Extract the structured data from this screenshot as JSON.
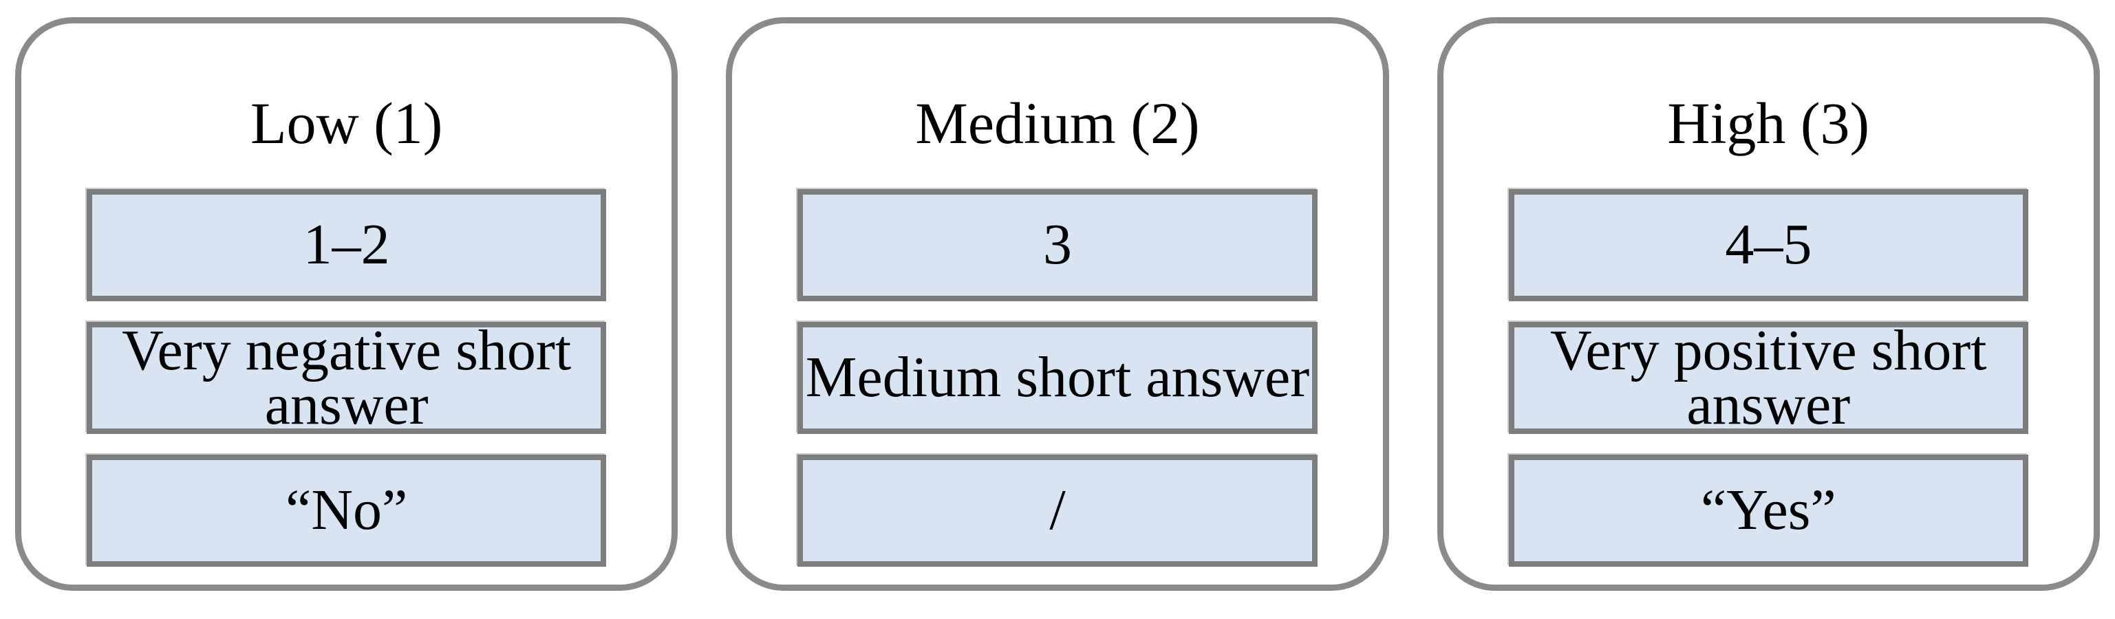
{
  "figure": {
    "background_color": "#ffffff",
    "panel_border_color": "#8a8a8a",
    "box_border_color": "#7d7d7d",
    "box_fill_color": "#d9e4f3",
    "text_color": "#000000"
  },
  "panels": [
    {
      "title": "Low (1)",
      "rows": [
        "1–2",
        "Very negative short\nanswer",
        "“No”"
      ]
    },
    {
      "title": "Medium (2)",
      "rows": [
        "3",
        "Medium short answer",
        "/"
      ]
    },
    {
      "title": "High (3)",
      "rows": [
        "4–5",
        "Very positive short\nanswer",
        "“Yes”"
      ]
    }
  ]
}
